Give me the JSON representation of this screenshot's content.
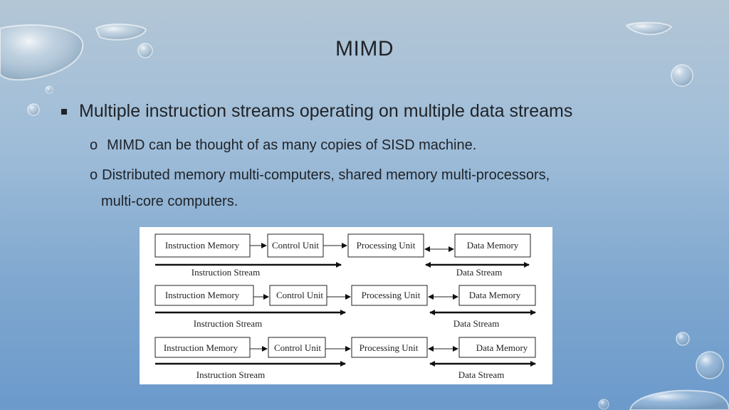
{
  "slide": {
    "title": "MIMD",
    "bullet": "Multiple instruction streams operating on multiple data streams",
    "sub_mark": "o",
    "sub_items": [
      "MIMD can be thought of as many copies of SISD machine.",
      "Distributed memory multi-computers, shared memory multi-processors,",
      "multi-core computers."
    ]
  },
  "diagram": {
    "rows": [
      {
        "instruction_memory": "Instruction Memory",
        "control_unit": "Control Unit",
        "processing_unit": "Processing Unit",
        "data_memory": "Data Memory",
        "instruction_stream": "Instruction Stream",
        "data_stream": "Data Stream"
      },
      {
        "instruction_memory": "Instruction Memory",
        "control_unit": "Control Unit",
        "processing_unit": "Processing Unit",
        "data_memory": "Data Memory",
        "instruction_stream": "Instruction Stream",
        "data_stream": "Data Stream"
      },
      {
        "instruction_memory": "Instruction Memory",
        "control_unit": "Control Unit",
        "processing_unit": "Processing Unit",
        "data_memory": "Data Memory",
        "instruction_stream": "Instruction Stream",
        "data_stream": "Data Stream"
      }
    ]
  },
  "colors": {
    "text": "#1f2328",
    "background_top": "#b3c6d6",
    "background_bottom": "#6b9acb"
  }
}
